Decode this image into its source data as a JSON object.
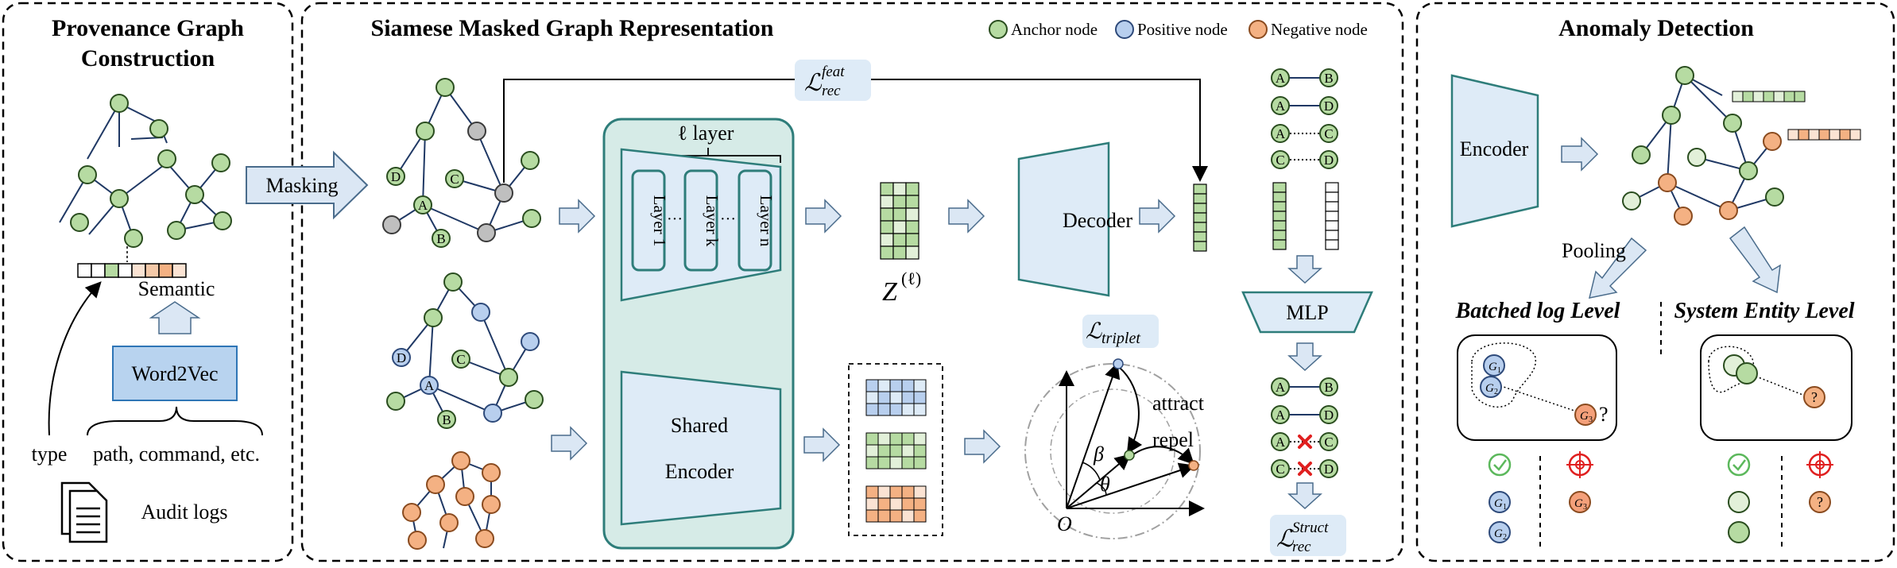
{
  "colors": {
    "anchor": "#b6dba2",
    "positive": "#b8cfee",
    "negative": "#f4b183",
    "masked": "#bfbfbf",
    "panel_fill": "#d6ebe7",
    "box_fill": "#deebf7",
    "box_stroke": "#2e7d7a",
    "arrow_fill": "#dbe7f4",
    "arrow_stroke": "#4a6c8c",
    "check": "#5cb85c",
    "cross": "#e02020"
  },
  "panel1": {
    "title_line1": "Provenance Graph",
    "title_line2": "Construction",
    "semantic_label": "Semantic",
    "word2vec": "Word2Vec",
    "type_label": "type",
    "attrs_label": "path, command, etc.",
    "audit_label": "Audit logs",
    "doc_icon": "document-icon"
  },
  "panel2": {
    "title": "Siamese Masked Graph Representation",
    "legend": {
      "anchor": "Anchor node",
      "positive": "Positive node",
      "negative": "Negative node"
    },
    "masking": "Masking",
    "loss_feat_main": "ℒ",
    "loss_feat_sup": "feat",
    "loss_feat_sub": "rec",
    "layer_header": "ℓ layer",
    "layers": [
      "Layer 1",
      "Layer k",
      "Layer n"
    ],
    "shared_encoder_1": "Shared",
    "shared_encoder_2": "Encoder",
    "z_label": "Z",
    "z_sup": "(ℓ)",
    "decoder": "Decoder",
    "triplet_main": "ℒ",
    "triplet_sub": "triplet",
    "attract": "attract",
    "repel": "repel",
    "beta": "β",
    "theta": "θ",
    "origin": "O",
    "mlp": "MLP",
    "loss_struct_main": "ℒ",
    "loss_struct_sup": "Struct",
    "loss_struct_sub": "rec",
    "node_labels": {
      "a": "A",
      "b": "B",
      "c": "C",
      "d": "D"
    }
  },
  "panel3": {
    "title": "Anomaly Detection",
    "encoder": "Encoder",
    "pooling": "Pooling",
    "batched": "Batched log Level",
    "system": "System Entity Level",
    "g1": "G",
    "g2": "G",
    "g3": "G",
    "s1": "1",
    "s2": "2",
    "s3": "3",
    "q": "?",
    "check_icon": "check-icon",
    "target_icon": "crosshair-icon"
  }
}
